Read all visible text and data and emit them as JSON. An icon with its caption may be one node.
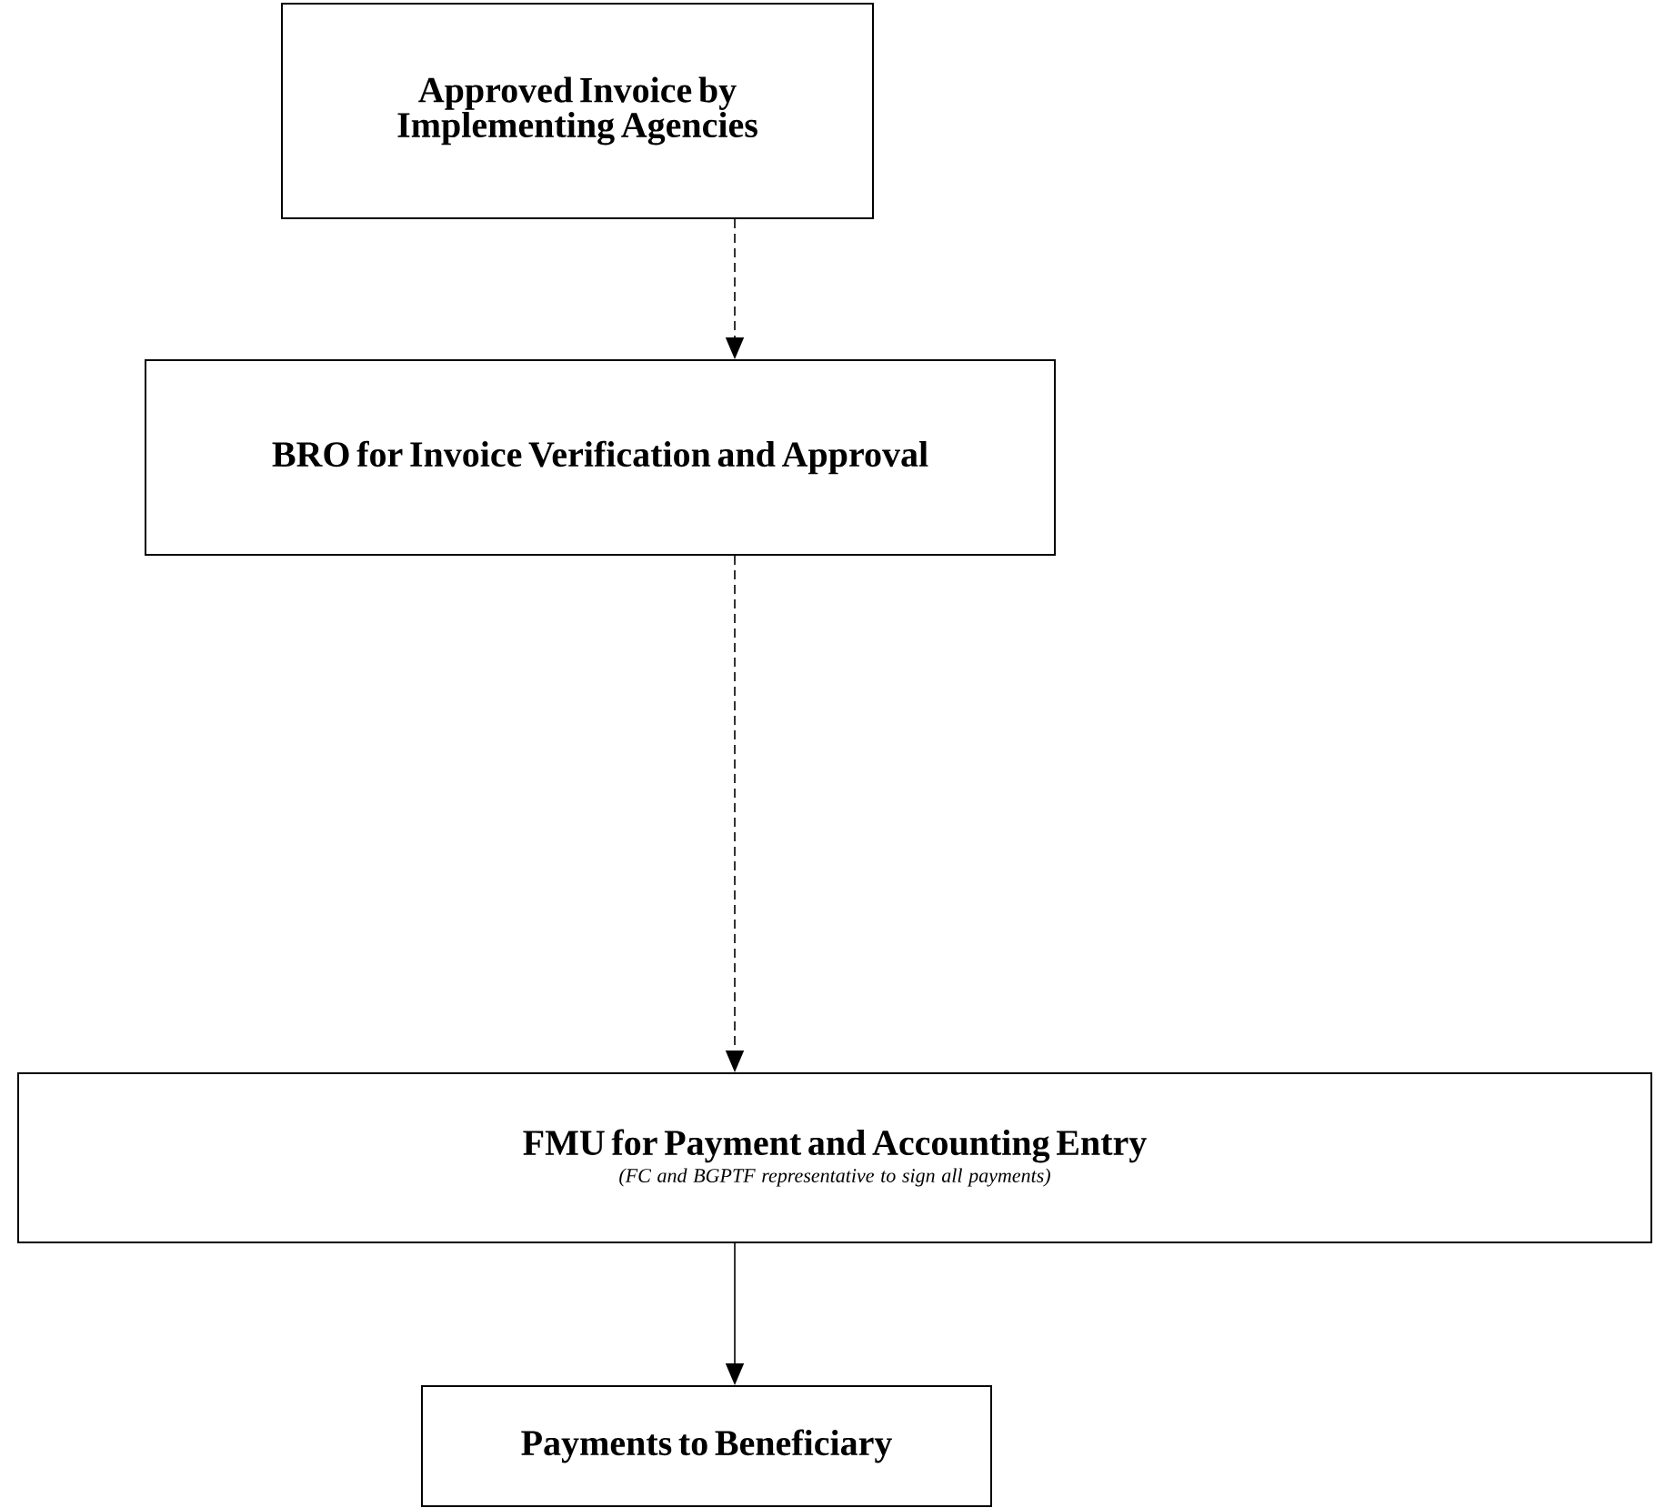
{
  "diagram": {
    "nodes": [
      {
        "text": [
          "Approved Invoice by Implementing Agencies"
        ]
      },
      {
        "text": [
          "BRO for Invoice Verification and Approval"
        ]
      },
      {
        "text": [
          "FMU for Payment and Accounting Entry",
          "(FC and BGPTF representative to sign all payments)"
        ]
      },
      {
        "text": [
          "Payments to Beneficiary"
        ]
      }
    ],
    "edges": [
      {
        "from": 0,
        "to": 1,
        "arrow": "to",
        "style": "dashed"
      },
      {
        "from": 1,
        "to": 2,
        "arrow": "to",
        "style": "dashed"
      },
      {
        "from": 2,
        "to": 3,
        "arrow": "to"
      }
    ]
  }
}
